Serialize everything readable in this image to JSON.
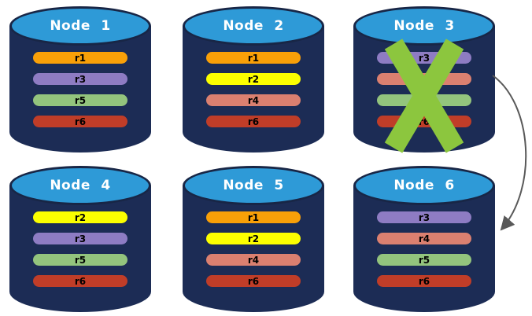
{
  "diagram": {
    "type": "replica-distribution-diagram",
    "failed_node": "Node 3",
    "x_mark_color": "#8cc63e",
    "arrow": {
      "from": "Node 3",
      "to": "Node 6",
      "color": "#595959"
    },
    "cylinder": {
      "body_color": "#1c2c55",
      "top_color": "#2e9ad7",
      "top_border_color": "#182646",
      "label_color": "#ffffff"
    },
    "replica_colors": {
      "r1": "#f9a008",
      "r2": "#fcff00",
      "r3": "#8e7cc3",
      "r4": "#db8070",
      "r5": "#93c47d",
      "r6": "#c03d28"
    },
    "nodes": [
      {
        "label": "Node 1",
        "failed": false,
        "replicas": [
          "r1",
          "r3",
          "r5",
          "r6"
        ]
      },
      {
        "label": "Node 2",
        "failed": false,
        "replicas": [
          "r1",
          "r2",
          "r4",
          "r6"
        ]
      },
      {
        "label": "Node 3",
        "failed": true,
        "replicas": [
          "r3",
          "r4",
          "r5",
          "r6"
        ]
      },
      {
        "label": "Node 4",
        "failed": false,
        "replicas": [
          "r2",
          "r3",
          "r5",
          "r6"
        ]
      },
      {
        "label": "Node 5",
        "failed": false,
        "replicas": [
          "r1",
          "r2",
          "r4",
          "r6"
        ]
      },
      {
        "label": "Node 6",
        "failed": false,
        "replicas": [
          "r3",
          "r4",
          "r5",
          "r6"
        ]
      }
    ]
  }
}
